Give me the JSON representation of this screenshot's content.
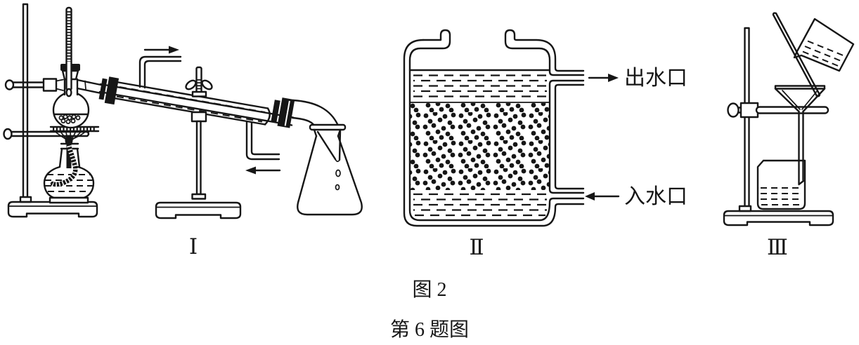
{
  "captions": {
    "figure": "图 2",
    "question": "第 6 题图"
  },
  "apparatus_labels": {
    "first": "Ⅰ",
    "second": "Ⅱ",
    "third": "Ⅲ"
  },
  "tank_labels": {
    "outlet": "出水口",
    "inlet": "入水口"
  },
  "icons": {
    "outlet_arrow": "arrow-right-icon",
    "inlet_arrow": "arrow-left-icon",
    "condenser_water_out_arrow": "arrow-right-icon",
    "condenser_water_in_arrow": "arrow-left-icon"
  },
  "colors": {
    "ink": "#161616",
    "paper": "#ffffff"
  }
}
